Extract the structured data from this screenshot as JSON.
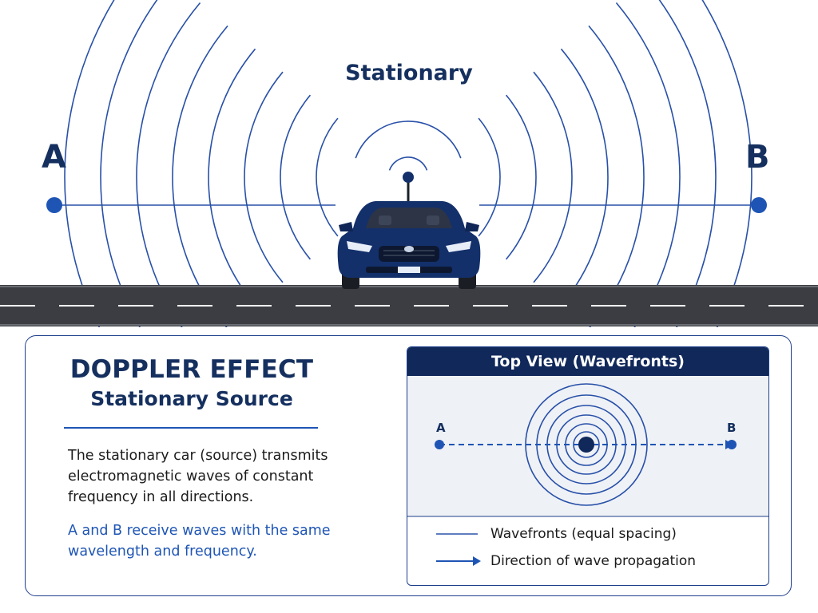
{
  "scene": {
    "title": "Stationary",
    "point_a": "A",
    "point_b": "B"
  },
  "panel": {
    "title": "DOPPLER EFFECT",
    "subtitle": "Stationary Source",
    "description": "The stationary car (source) transmits electromagnetic waves of constant frequency in all directions.",
    "highlight": "A and B receive waves with the same wavelength and frequency."
  },
  "top_view": {
    "header": "Top View (Wavefronts)",
    "point_a": "A",
    "point_b": "B",
    "legend": {
      "wavefronts": "Wavefronts (equal spacing)",
      "propagation": "Direction of wave propagation"
    }
  },
  "colors": {
    "navy": "#15305f",
    "accent": "#1e55b5",
    "wave": "#2850a8",
    "road": "#3b3d42",
    "car": "#13306b",
    "header": "#10285a"
  }
}
